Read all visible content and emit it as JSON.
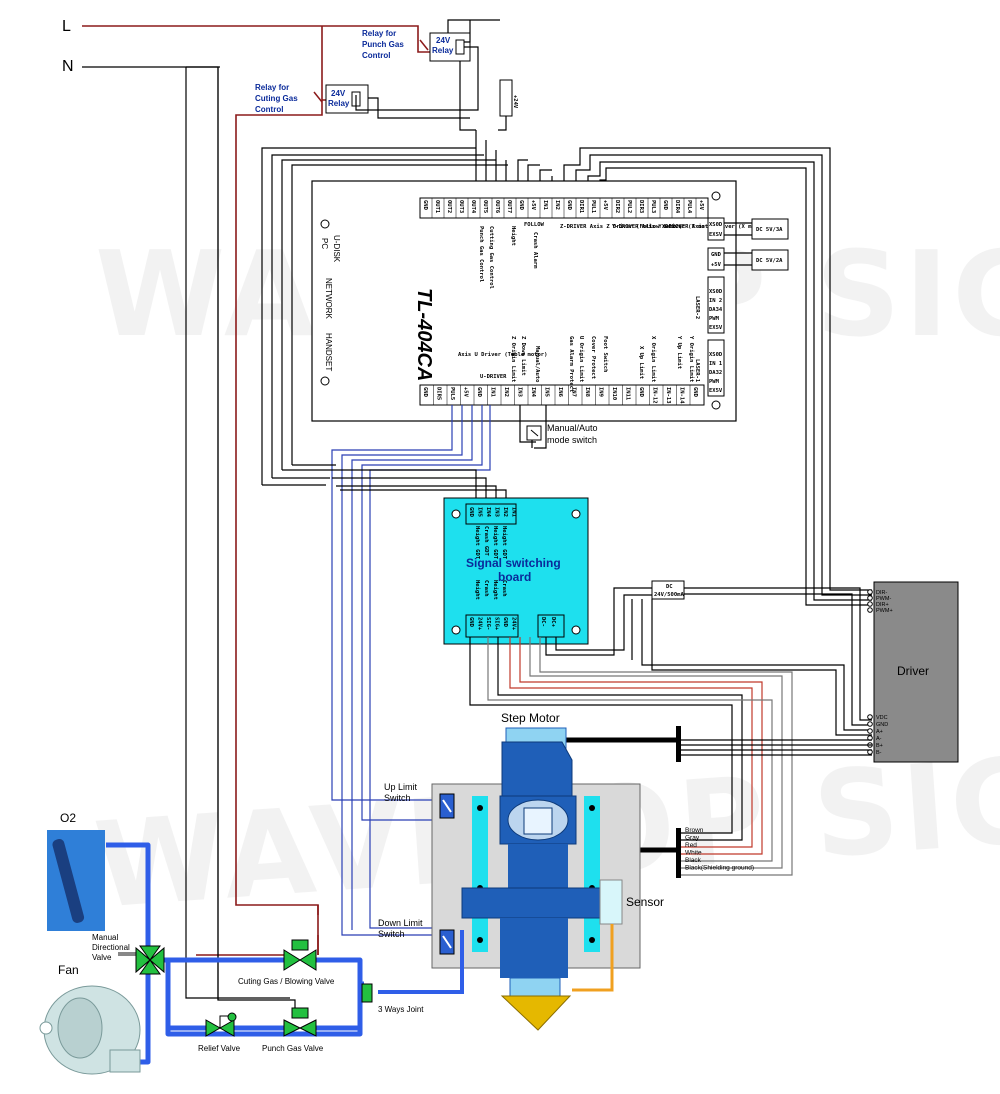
{
  "power": {
    "line": "L",
    "neutral": "N"
  },
  "relays": {
    "punch": {
      "label_lines": [
        "Relay for",
        "Punch Gas",
        "Control"
      ],
      "coil": "24V",
      "coil2": "Relay"
    },
    "cutting": {
      "label_lines": [
        "Relay for",
        "Cuting Gas",
        "Control"
      ],
      "coil": "24V",
      "coil2": "Relay"
    },
    "supply24": "+24V"
  },
  "controller": {
    "model": "TL-404CA",
    "left_ports": [
      "U-DISK",
      "PC",
      "NETWORK",
      "HANDSET"
    ],
    "top_terminals": [
      "GND",
      "OUT1",
      "OUT2",
      "OUT3",
      "OUT4",
      "OUT5",
      "OUT6",
      "OUT7",
      "GND",
      "+5V",
      "IN1",
      "IN2",
      "GND",
      "DIR1",
      "PUL1",
      "+5V",
      "DIR2",
      "PUL2",
      "DIR3",
      "PUL3",
      "GND",
      "DIR4",
      "PUL4",
      "+5V"
    ],
    "top_group_labels": [
      "Punch Gas Control",
      "Cutting Gas Control",
      "Height",
      "FOLLOW",
      "Crash Alarm",
      "Z-DRIVER Axis Z Driver (Follow motor)",
      "Y-DRIVER Axis Y Driver (Y motor)",
      "X-DRIVER Axis X Driver (X motor)"
    ],
    "right_terminals_top": [
      "XS0D",
      "EXSV"
    ],
    "right_terminals_mid": [
      "GND",
      "+5V"
    ],
    "power_labels": [
      "DC 5V/3A",
      "DC 5V/2A"
    ],
    "laser2": [
      "LASER-2",
      "XS0D",
      "IN 2",
      "DA34",
      "PWM",
      "EX5V"
    ],
    "laser1": [
      "LASER-1",
      "XS0D",
      "IN 1",
      "DA32",
      "PWM",
      "EX5V"
    ],
    "bottom_terminals": [
      "GND",
      "DIR5",
      "PUL5",
      "+5V",
      "GND",
      "IN1",
      "IN2",
      "IN3",
      "IN4",
      "IN5",
      "IN6",
      "IN7",
      "IN8",
      "IN9",
      "IN10",
      "IN11",
      "GND",
      "IN-12",
      "IN-13",
      "IN-14",
      "GND"
    ],
    "bottom_group_labels": [
      "Axis U Driver (Table motor)",
      "U-DRIVER",
      "Z Origin Limit",
      "Z Down Limit",
      "Manual/Auto",
      "Gas Alarm Protect",
      "U Origin Limit",
      "Cover Protect",
      "Foot Switch",
      "X Up Limit",
      "X Origin Limit",
      "Y Up Limit",
      "Y Origin Limit"
    ]
  },
  "switches": {
    "manual_auto": [
      "Manual/Auto",
      "mode switch"
    ],
    "up_limit": [
      "Up Limit",
      "Switch"
    ],
    "down_limit": [
      "Down Limit",
      "Switch"
    ]
  },
  "switching_board": {
    "title_lines": [
      "Signal switching",
      "board"
    ],
    "top_terminals": [
      "GND",
      "IN5",
      "IN4",
      "IN3",
      "IN2",
      "IN1"
    ],
    "top_labels": [
      "Height GDT",
      "Crash GDT",
      "Height GDT",
      "Height GDT"
    ],
    "mid_labels": [
      "Height",
      "Crash",
      "Height",
      "Crash"
    ],
    "bottom_terminals": [
      "GND",
      "24V+",
      "SIG-",
      "SIG+",
      "GND",
      "24V+",
      "DC-",
      "DC+"
    ],
    "power": [
      "DC",
      "24V/500mA"
    ]
  },
  "driver": {
    "title": "Driver",
    "top_pins": [
      "DIR-",
      "PWM-",
      "DIR+",
      "PWM+"
    ],
    "bottom_pins": [
      "VDC",
      "GND",
      "A+",
      "A-",
      "B+",
      "B-"
    ]
  },
  "motor_wires": [
    "Brown",
    "Gray",
    "Red",
    "White",
    "Black",
    "Black(Shielding ground)"
  ],
  "head": {
    "motor": "Step Motor",
    "sensor": "Sensor"
  },
  "gas": {
    "o2": "O2",
    "fan": "Fan",
    "manual_valve": [
      "Manual",
      "Directional",
      "Valve"
    ],
    "cutting_valve": "Cuting Gas / Blowing Valve",
    "relief_valve": "Relief Valve",
    "punch_valve": "Punch Gas Valve",
    "joint": "3 Ways Joint"
  },
  "watermark": "WAVETOP SIGN",
  "colors": {
    "cyan_board": "#1ee0ee",
    "head_blue": "#1f5fb8",
    "gas_blue": "#2f5ee8",
    "red_wire": "#8b1a1a",
    "driver_gray": "#8a8a8a"
  }
}
